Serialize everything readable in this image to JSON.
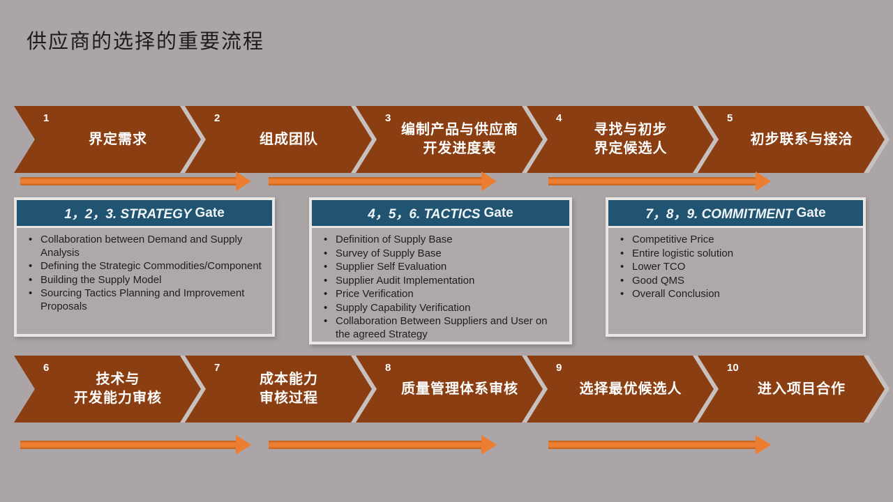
{
  "title": "供应商的选择的重要流程",
  "colors": {
    "background": "#ABA5A7",
    "chevron_fill": "#8B3E12",
    "chevron_bevel": "#C7C1BE",
    "arrow_orange": "#ED7D31",
    "gate_header_blue": "#215471",
    "gate_border": "#E9E6E3",
    "gate_body": "#AEA8AA",
    "text_dark": "#1C1C1C",
    "text_white": "#FFFFFF"
  },
  "top_steps": [
    {
      "number": "1",
      "line1": "界定需求",
      "line2": ""
    },
    {
      "number": "2",
      "line1": "组成团队",
      "line2": ""
    },
    {
      "number": "3",
      "line1": "编制产品与供应商",
      "line2": "开发进度表"
    },
    {
      "number": "4",
      "line1": "寻找与初步",
      "line2": "界定候选人"
    },
    {
      "number": "5",
      "line1": "初步联系与接洽",
      "line2": ""
    }
  ],
  "bottom_steps": [
    {
      "number": "6",
      "line1": "技术与",
      "line2": "开发能力审核"
    },
    {
      "number": "7",
      "line1": "成本能力",
      "line2": "审核过程"
    },
    {
      "number": "8",
      "line1": "质量管理体系审核",
      "line2": ""
    },
    {
      "number": "9",
      "line1": "选择最优候选人",
      "line2": ""
    },
    {
      "number": "10",
      "line1": "进入项目合作",
      "line2": ""
    }
  ],
  "gates": [
    {
      "title_italic": "1，2，3. STRATEGY",
      "title_regular": "Gate",
      "bullets": [
        "Collaboration between Demand and Supply Analysis",
        "Defining the Strategic Commodities/Component",
        "Building the Supply Model",
        "Sourcing Tactics Planning and Improvement Proposals"
      ]
    },
    {
      "title_italic": "4，5，6. TACTICS",
      "title_regular": "Gate",
      "bullets": [
        "Definition of Supply Base",
        "Survey of Supply Base",
        "Supplier Self Evaluation",
        "Supplier Audit Implementation",
        "Price Verification",
        "Supply Capability Verification",
        "Collaboration Between Suppliers and User on the agreed Strategy"
      ]
    },
    {
      "title_italic": "7，8，9. COMMITMENT",
      "title_regular": "Gate",
      "bullets": [
        "Competitive Price",
        "Entire logistic solution",
        "Lower TCO",
        "Good QMS",
        "Overall Conclusion"
      ]
    }
  ]
}
